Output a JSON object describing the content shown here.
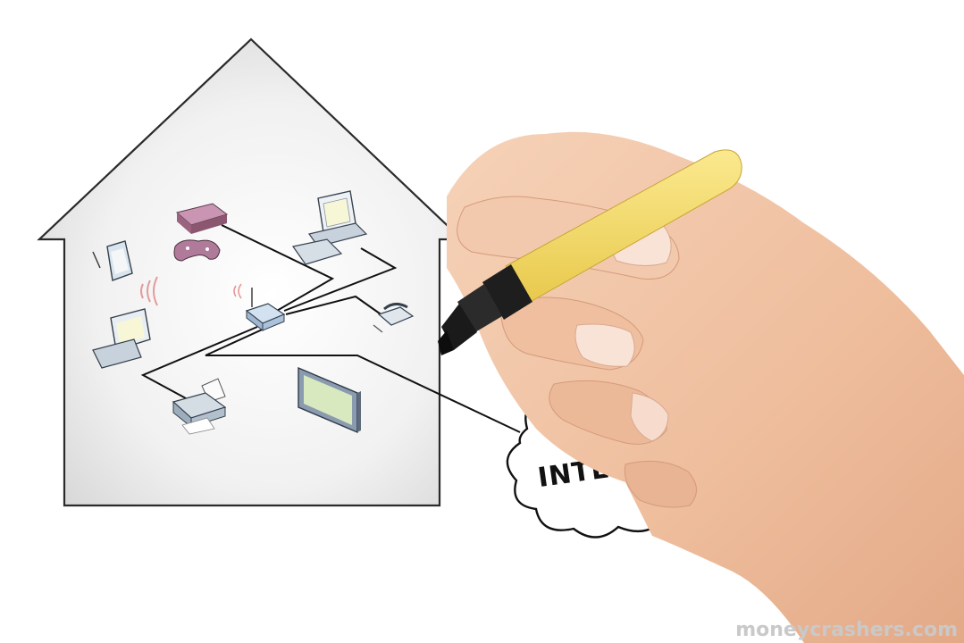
{
  "diagram": {
    "cloud_label": "INTERNET",
    "devices": [
      {
        "id": "dvr",
        "icon": "set-top-box-icon"
      },
      {
        "id": "game-controller",
        "icon": "game-controller-icon"
      },
      {
        "id": "desktop",
        "icon": "desktop-computer-icon"
      },
      {
        "id": "tablet",
        "icon": "tablet-icon"
      },
      {
        "id": "laptop",
        "icon": "laptop-icon"
      },
      {
        "id": "router",
        "icon": "wireless-router-icon"
      },
      {
        "id": "phone",
        "icon": "telephone-icon"
      },
      {
        "id": "printer",
        "icon": "printer-icon"
      },
      {
        "id": "tv",
        "icon": "flat-screen-tv-icon"
      }
    ],
    "connections": [
      [
        "dvr",
        "router"
      ],
      [
        "desktop",
        "router"
      ],
      [
        "phone",
        "router"
      ],
      [
        "printer",
        "router"
      ],
      [
        "laptop",
        "router"
      ],
      [
        "router",
        "internet"
      ]
    ]
  },
  "watermark": "moneycrashers.com",
  "colors": {
    "house_outline": "#2a2a2a",
    "marker_body": "#f7dc6f",
    "marker_cap": "#1e1e1e",
    "skin": "#f1c6a8",
    "router": "#b9cfe6",
    "dvr": "#b07b9a",
    "tv_screen": "#d8e9c0"
  }
}
